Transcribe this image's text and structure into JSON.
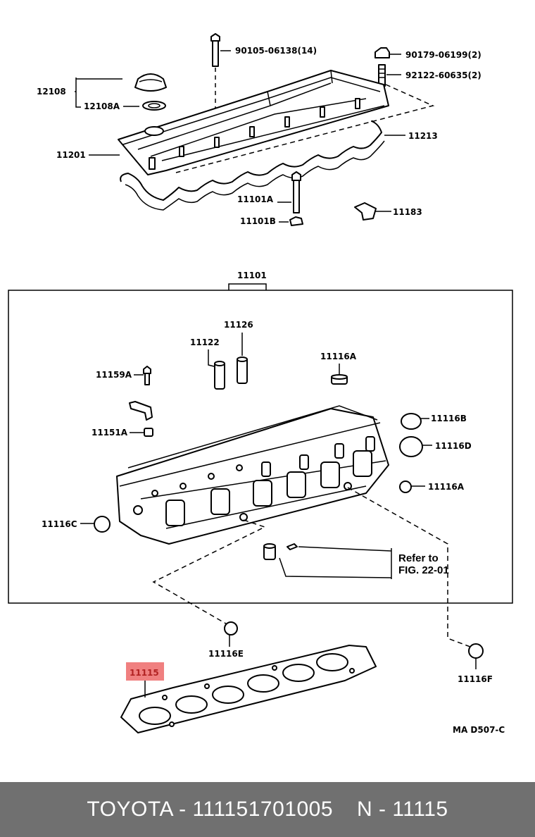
{
  "labels": {
    "bolt_cover": "90105-06138(14)",
    "nut_top": "90179-06199(2)",
    "stud": "92122-60635(2)",
    "cap_assy": "12108",
    "cap_gasket": "12108A",
    "cover": "11201",
    "cover_gasket": "11213",
    "bolt_long": "11101A",
    "washer": "11101B",
    "clip": "11183",
    "head_assy": "11101",
    "guide_a": "11126",
    "guide_b": "11122",
    "plug_a_top": "11116A",
    "bolt_small": "11159A",
    "nut_small": "11151A",
    "plug_b": "11116B",
    "plug_d": "11116D",
    "plug_a_right": "11116A",
    "plug_c": "11116C",
    "plug_e": "11116E",
    "plug_f": "11116F",
    "gasket": "11115",
    "fig_code": "MA D507-C"
  },
  "refer": {
    "line1": "Refer to",
    "line2": "FIG. 22-01"
  },
  "highlight_color": "#f08080",
  "footer": {
    "brand_part": "TOYOTA - 111151701005",
    "number": "N - 11115"
  }
}
